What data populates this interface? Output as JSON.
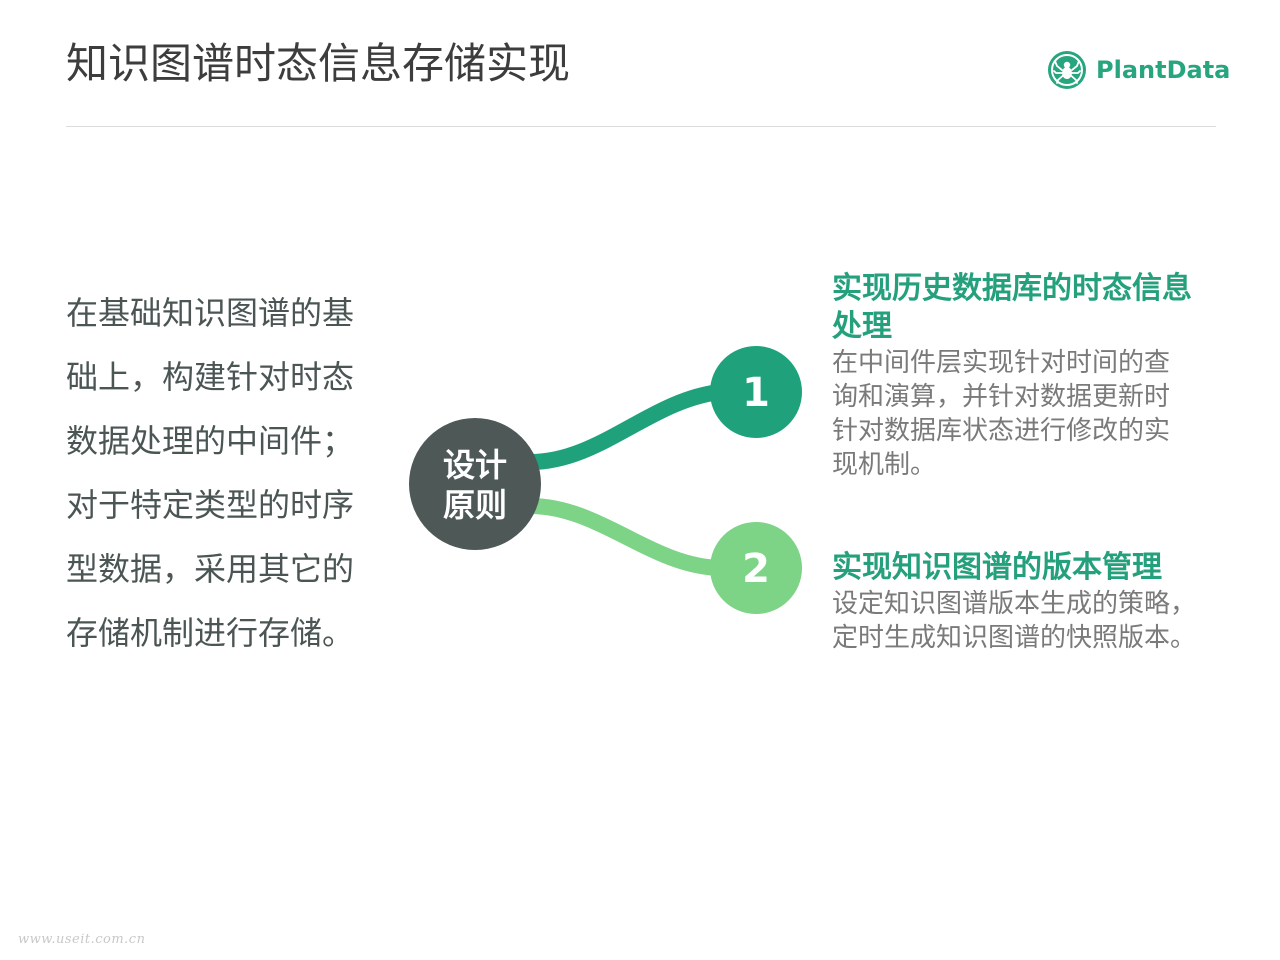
{
  "header": {
    "title": "知识图谱时态信息存储实现",
    "logo_text": "PlantData",
    "logo_icon": "spider-logo-icon"
  },
  "left": {
    "lines": [
      "在基础知识图谱的基",
      "础上，构建针对时态",
      "数据处理的中间件；",
      "对于特定类型的时序",
      "型数据，采用其它的",
      "存储机制进行存储。"
    ]
  },
  "diagram": {
    "center_line1": "设计",
    "center_line2": "原则",
    "node1_label": "1",
    "node2_label": "2"
  },
  "items": [
    {
      "heading_lines": [
        "实现历史数据库的时态信息",
        "处理"
      ],
      "body_lines": [
        "在中间件层实现针对时间的查",
        "询和演算，并针对数据更新时",
        "针对数据库状态进行修改的实",
        "现机制。"
      ]
    },
    {
      "heading_lines": [
        "实现知识图谱的版本管理"
      ],
      "body_lines": [
        "设定知识图谱版本生成的策略，",
        "定时生成知识图谱的快照版本。"
      ]
    }
  ],
  "footer": {
    "watermark": "www.useit.com.cn"
  },
  "colors": {
    "accent": "#27a57e",
    "node1": "#1fa17c",
    "node2": "#7dd386",
    "center": "#4d5857",
    "text": "#4b5554",
    "body": "#7a7a7a"
  }
}
